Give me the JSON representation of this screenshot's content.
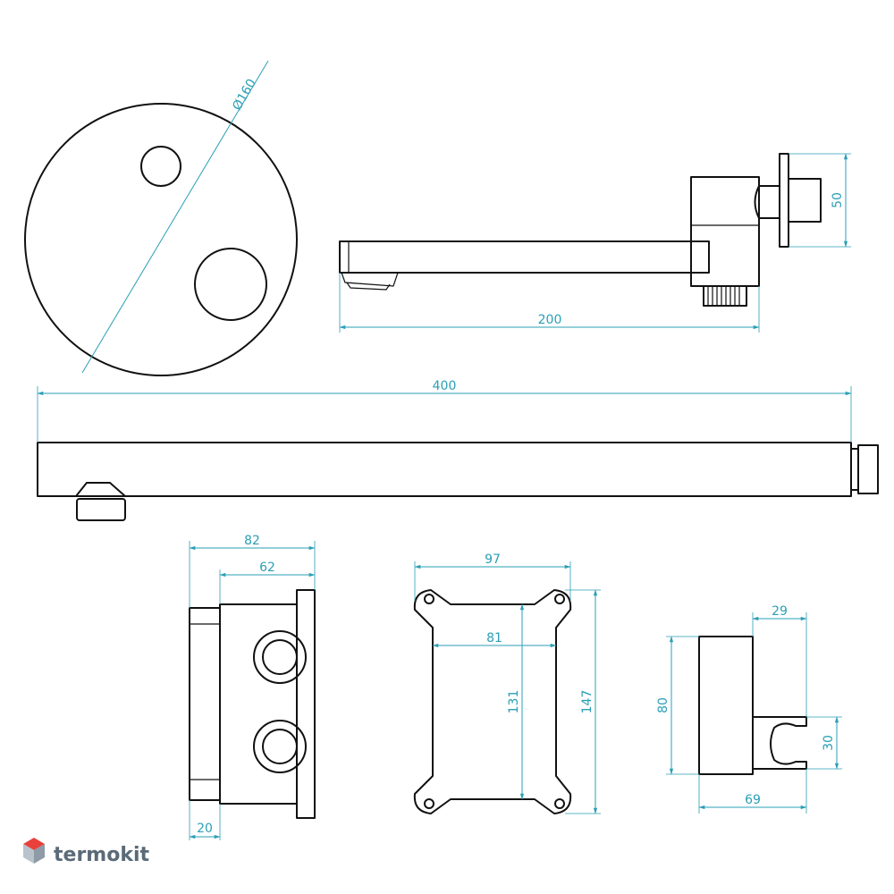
{
  "dimensions": {
    "diameter": "Ø160",
    "spout_length": "200",
    "flange_height": "50",
    "arm_length": "400",
    "box_depth_outer": "82",
    "box_depth_inner": "62",
    "box_offset": "20",
    "plate_width_outer": "97",
    "plate_width_inner": "81",
    "plate_height_inner": "131",
    "plate_height_outer": "147",
    "holder_depth": "29",
    "holder_height": "80",
    "holder_cup": "30",
    "holder_width": "69"
  },
  "brand": {
    "name": "termokit",
    "colors": {
      "cube_top": "#e8413c",
      "cube_left": "#b8c3cc",
      "cube_right": "#8e9ba6",
      "text": "#5a6a78"
    }
  },
  "colors": {
    "line": "#111111",
    "dimension": "#2a9fb5"
  }
}
